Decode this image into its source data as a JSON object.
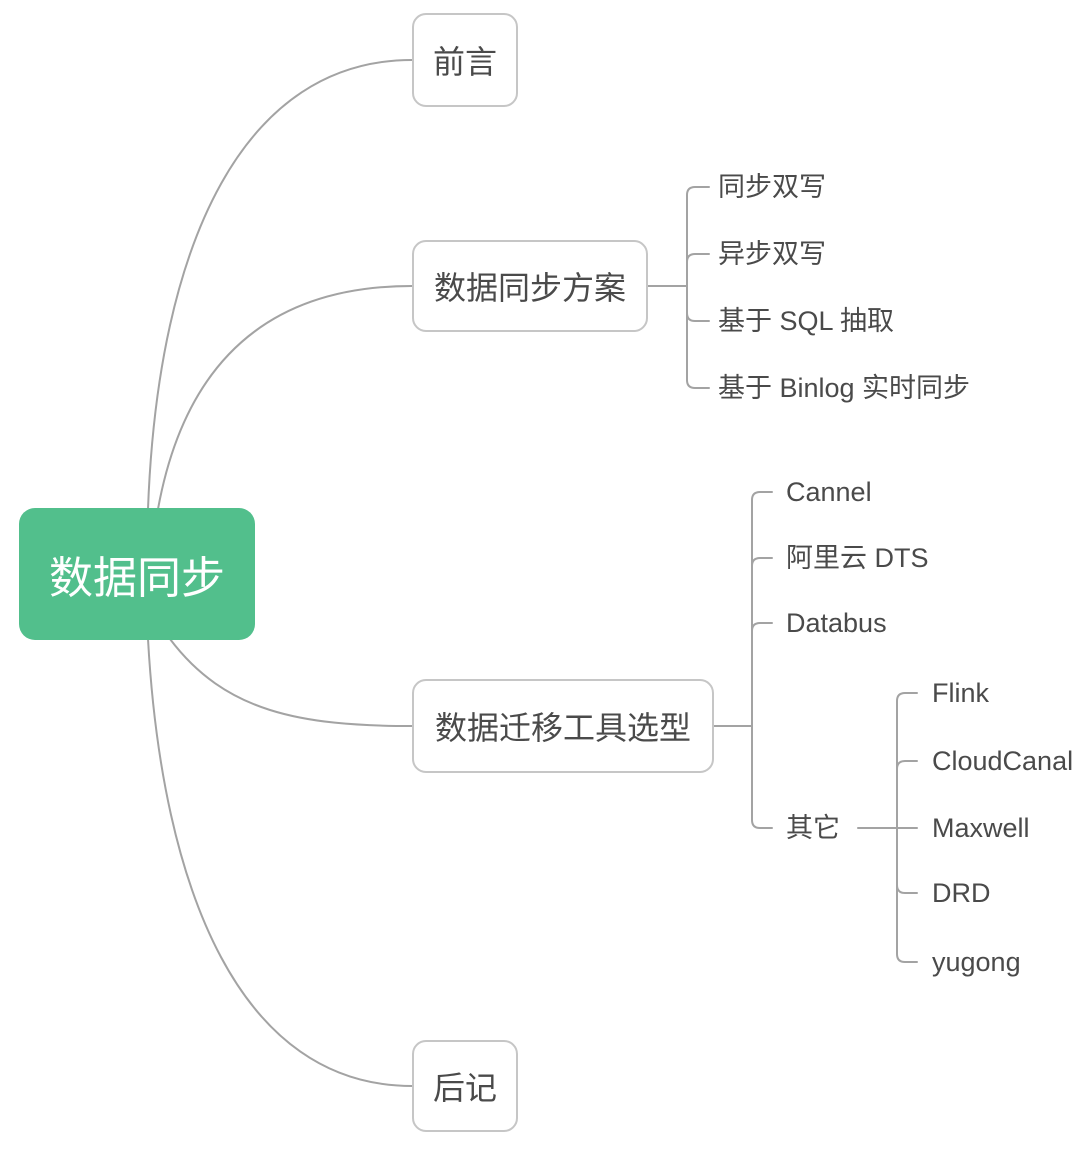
{
  "diagram": {
    "type": "mindmap",
    "root": {
      "label": "数据同步"
    },
    "branches": [
      {
        "label": "前言",
        "children": []
      },
      {
        "label": "数据同步方案",
        "children": [
          {
            "label": "同步双写"
          },
          {
            "label": "异步双写"
          },
          {
            "label": "基于 SQL 抽取"
          },
          {
            "label": "基于 Binlog 实时同步"
          }
        ]
      },
      {
        "label": "数据迁移工具选型",
        "children": [
          {
            "label": "Cannel"
          },
          {
            "label": "阿里云 DTS"
          },
          {
            "label": "Databus"
          },
          {
            "label": "其它",
            "children": [
              {
                "label": "Flink"
              },
              {
                "label": "CloudCanal"
              },
              {
                "label": "Maxwell"
              },
              {
                "label": "DRD"
              },
              {
                "label": "yugong"
              }
            ]
          }
        ]
      },
      {
        "label": "后记",
        "children": []
      }
    ],
    "colors": {
      "root_bg": "#52bf8c",
      "root_text": "#ffffff",
      "node_border": "#c6c6c6",
      "node_text": "#4a4a4a",
      "connector": "#a3a3a3",
      "background": "#ffffff"
    }
  }
}
